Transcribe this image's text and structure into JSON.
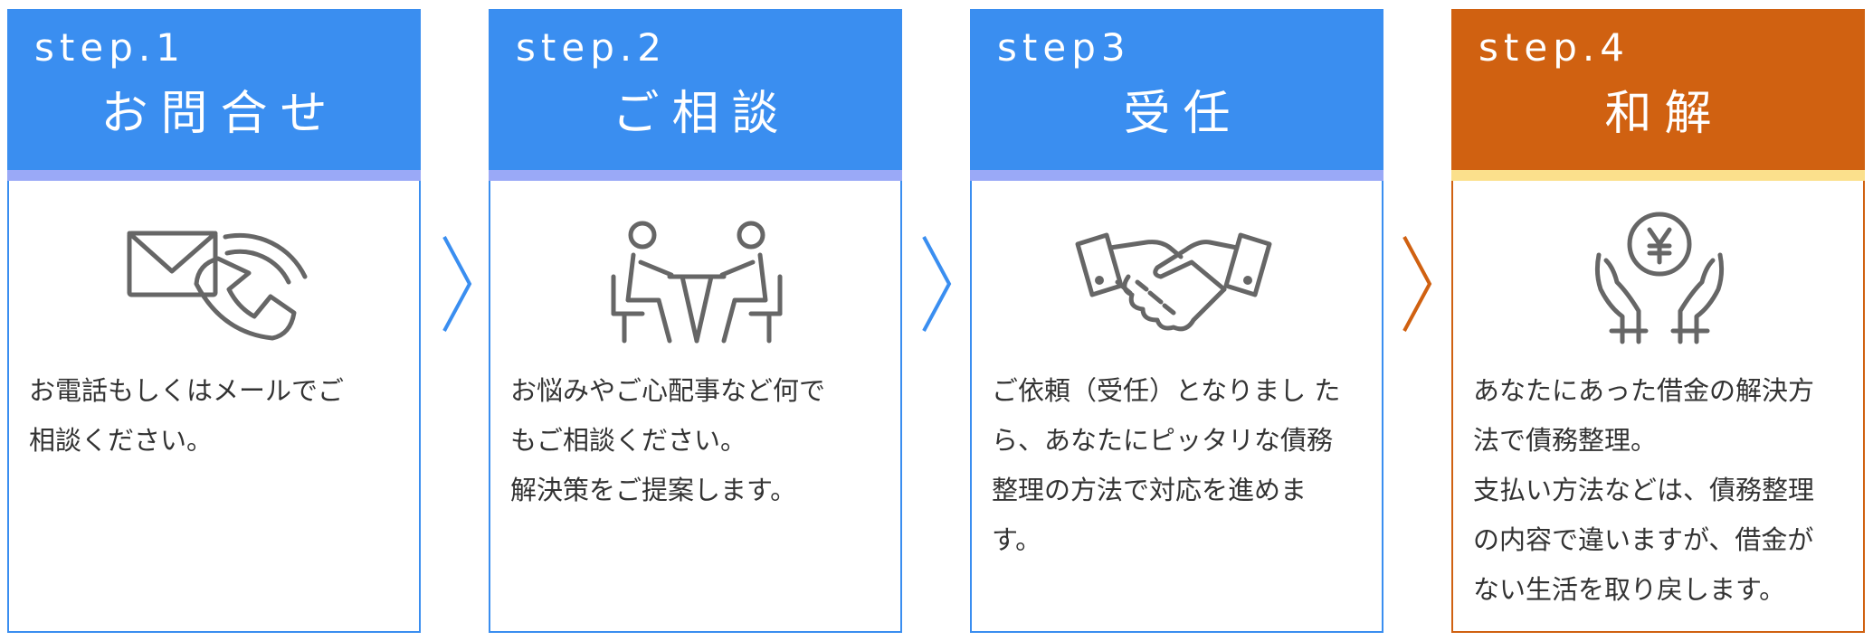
{
  "steps": [
    {
      "label": "step.1",
      "title": "お問合せ",
      "icon": "mail-phone-icon",
      "lines": [
        "お電話もしくはメールでご",
        "相談ください。"
      ]
    },
    {
      "label": "step.2",
      "title": "ご相談",
      "icon": "consultation-icon",
      "lines": [
        "お悩みやご心配事など何で",
        "もご相談ください。",
        "解決策をご提案します。"
      ]
    },
    {
      "label": "step3",
      "title": "受任",
      "icon": "handshake-icon",
      "lines": [
        "ご依頼（受任）となりまし た",
        "ら、あなたにピッタリな債務",
        "整理の方法で対応を進めま",
        "す。"
      ]
    },
    {
      "label": "step.4",
      "title": "和解",
      "icon": "yen-hands-icon",
      "lines": [
        "あなたにあった借金の解決方",
        "法で債務整理。",
        "支払い方法などは、債務整理",
        "の内容で違いますが、借金が",
        "ない生活を取り戻します。"
      ]
    }
  ],
  "colors": {
    "blue": "#3a8ef0",
    "blue_stripe": "#9aa9f7",
    "orange": "#d06111",
    "orange_stripe": "#fbe08c",
    "icon_gray": "#666666",
    "text": "#333333"
  }
}
